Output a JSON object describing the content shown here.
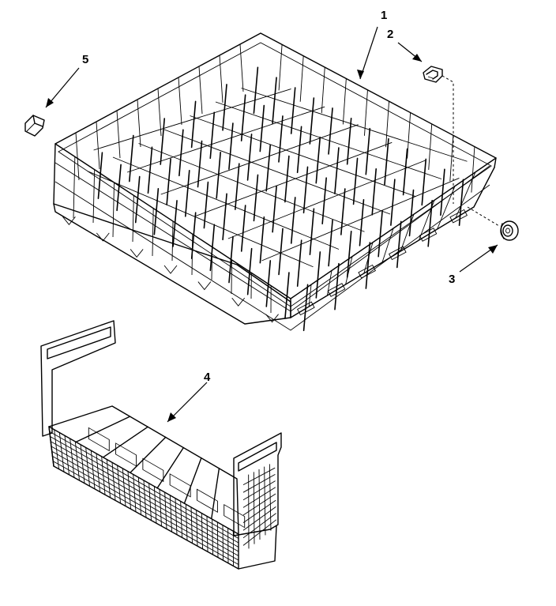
{
  "callouts": [
    {
      "id": "1",
      "label": "1",
      "part": "lower-rack"
    },
    {
      "id": "2",
      "label": "2",
      "part": "rack-clip"
    },
    {
      "id": "3",
      "label": "3",
      "part": "rack-wheel"
    },
    {
      "id": "4",
      "label": "4",
      "part": "silverware-basket"
    },
    {
      "id": "5",
      "label": "5",
      "part": "rack-bumper"
    }
  ]
}
